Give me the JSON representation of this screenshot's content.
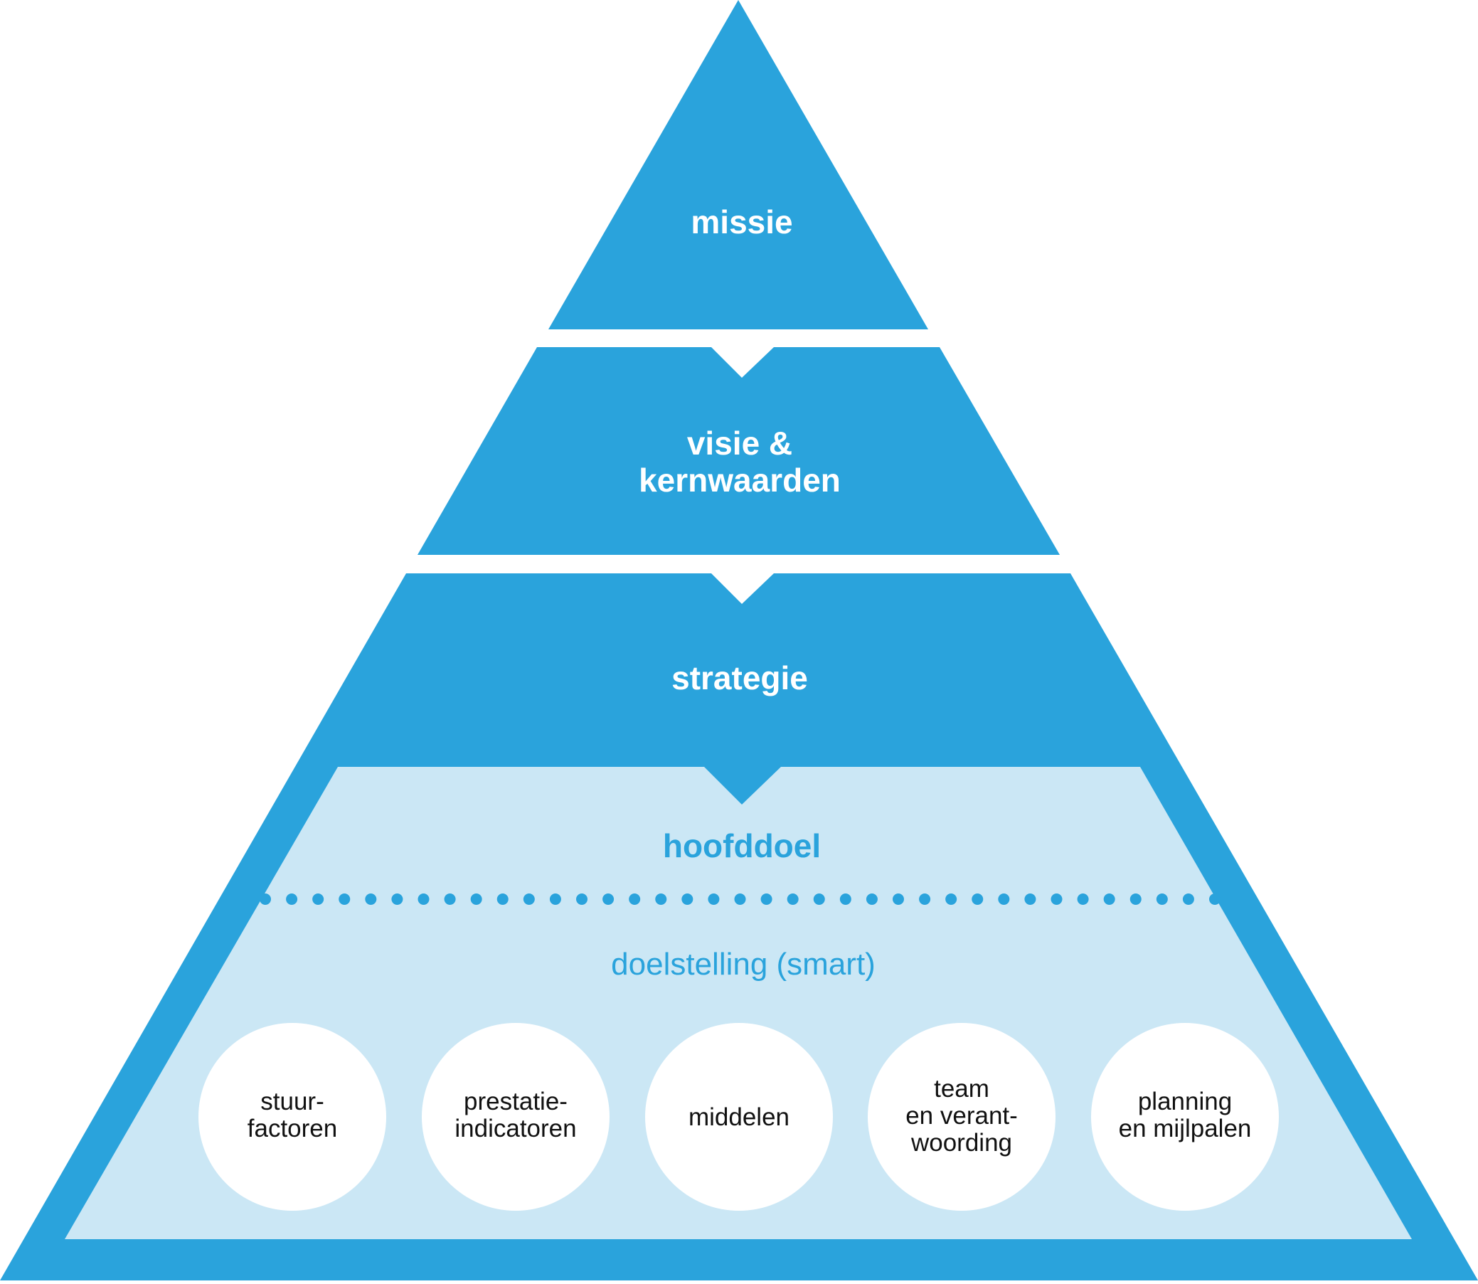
{
  "colors": {
    "primary": "#2aa3dc",
    "light": "#cbe7f5",
    "white": "#ffffff",
    "text_dark": "#111111"
  },
  "pyramid": {
    "missie": "missie",
    "visie_line1": "visie &",
    "visie_line2": "kernwaarden",
    "strategie": "strategie",
    "hoofddoel": "hoofddoel",
    "doelstelling": "doelstelling (smart)"
  },
  "circles": [
    {
      "line1": "stuur-",
      "line2": "factoren"
    },
    {
      "line1": "prestatie-",
      "line2": "indicatoren"
    },
    {
      "line1": "middelen"
    },
    {
      "line1": "team",
      "line2": "en verant-",
      "line3": "woording"
    },
    {
      "line1": "planning",
      "line2": "en mijlpalen"
    }
  ]
}
